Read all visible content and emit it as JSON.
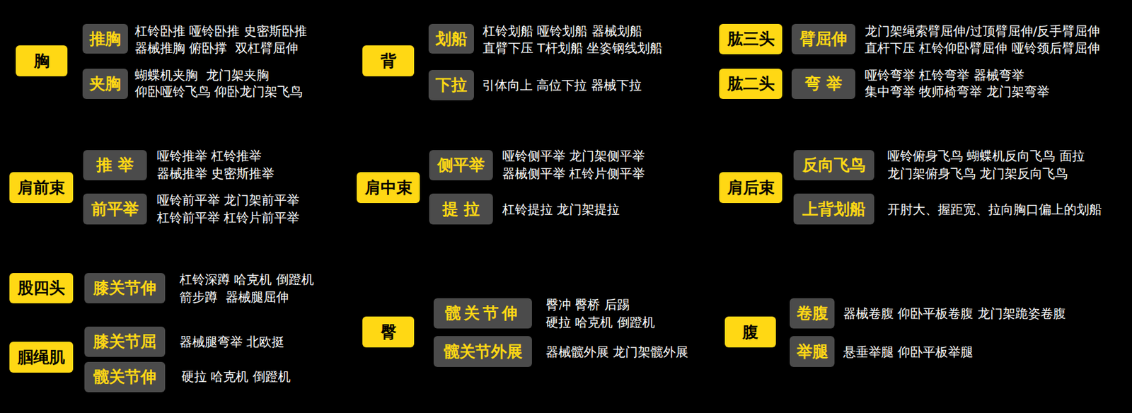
{
  "diagram": {
    "nodes": [
      {
        "text": [
          "胸"
        ]
      },
      {
        "text": [
          "推胸"
        ]
      },
      {
        "text": [
          "夹胸"
        ]
      },
      {
        "text": [
          "背"
        ]
      },
      {
        "text": [
          "划船"
        ]
      },
      {
        "text": [
          "下拉"
        ]
      },
      {
        "text": [
          "肱三头"
        ]
      },
      {
        "text": [
          "臂屈伸"
        ]
      },
      {
        "text": [
          "肱二头"
        ]
      },
      {
        "text": [
          "弯 举"
        ]
      },
      {
        "text": [
          "肩前束"
        ]
      },
      {
        "text": [
          "推 举"
        ]
      },
      {
        "text": [
          "前平举"
        ]
      },
      {
        "text": [
          "肩中束"
        ]
      },
      {
        "text": [
          "侧平举"
        ]
      },
      {
        "text": [
          "提 拉"
        ]
      },
      {
        "text": [
          "肩后束"
        ]
      },
      {
        "text": [
          "反向飞鸟"
        ]
      },
      {
        "text": [
          "上背划船"
        ]
      },
      {
        "text": [
          "股四头"
        ]
      },
      {
        "text": [
          "膝关节伸"
        ]
      },
      {
        "text": [
          "腘绳肌"
        ]
      },
      {
        "text": [
          "膝关节屈"
        ]
      },
      {
        "text": [
          "髋关节伸"
        ]
      },
      {
        "text": [
          "臀"
        ]
      },
      {
        "text": [
          "髋关节伸"
        ]
      },
      {
        "text": [
          "髋关节外展"
        ]
      },
      {
        "text": [
          "腹"
        ]
      },
      {
        "text": [
          "卷腹"
        ]
      },
      {
        "text": [
          "举腿"
        ]
      }
    ],
    "labels": [
      "杠铃卧推 哑铃卧推 史密斯卧推",
      "器械推胸 俯卧撑  双杠臂屈伸",
      "杠铃划船 哑铃划船 器械划船",
      "直臂下压 T杆划船 坐姿钢线划船",
      "龙门架绳索臂屈伸/过顶臂屈伸/反手臂屈伸",
      "直杆下压 杠铃仰卧臂屈伸 哑铃颈后臂屈伸",
      "蝴蝶机夹胸  龙门架夹胸",
      "仰卧哑铃飞鸟 仰卧龙门架飞鸟",
      "引体向上 高位下拉 器械下拉",
      "哑铃弯举 杠铃弯举 器械弯举",
      "集中弯举 牧师椅弯举 龙门架弯举",
      "哑铃推举 杠铃推举",
      "器械推举 史密斯推举",
      "哑铃侧平举 龙门架侧平举",
      "器械侧平举 杠铃片侧平举",
      "哑铃俯身飞鸟 蝴蝶机反向飞鸟 面拉",
      "龙门架俯身飞鸟 龙门架反向飞鸟",
      "哑铃前平举 龙门架前平举",
      "杠铃前平举 杠铃片前平举",
      "杠铃提拉 龙门架提拉",
      "开肘大、握距宽、拉向胸口偏上的划船",
      "杠铃深蹲 哈克机 倒蹬机",
      "箭步蹲  器械腿屈伸",
      "臀冲 臀桥 后踢",
      "硬拉 哈克机 倒蹬机",
      "器械卷腹 仰卧平板卷腹 龙门架跪姿卷腹",
      "器械腿弯举 北欧挺",
      "器械髋外展 龙门架髋外展",
      "悬垂举腿 仰卧平板举腿",
      "硬拉 哈克机 倒蹬机"
    ]
  }
}
